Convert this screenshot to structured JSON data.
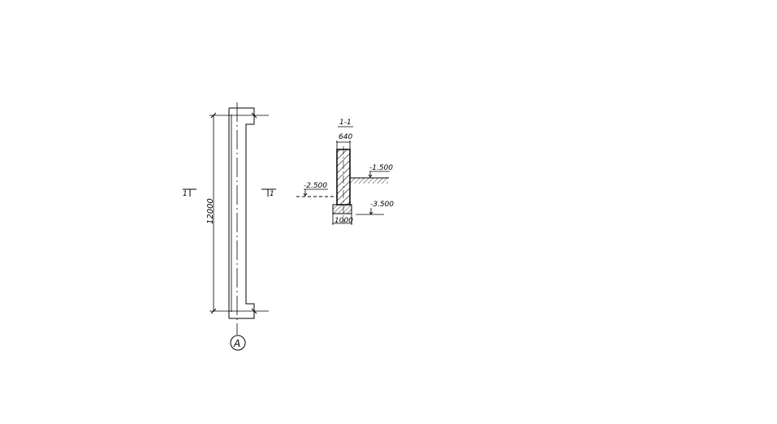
{
  "plan": {
    "length_dim": "12000",
    "section_mark_left": "1",
    "section_mark_right": "1",
    "axis_label": "A"
  },
  "section": {
    "title": "1-1",
    "wall_width_dim": "640",
    "footing_width_dim": "1000",
    "level_ground_outside": "-1.500",
    "level_ground_inside": "-2.500",
    "level_footing_bottom": "-3.500"
  }
}
